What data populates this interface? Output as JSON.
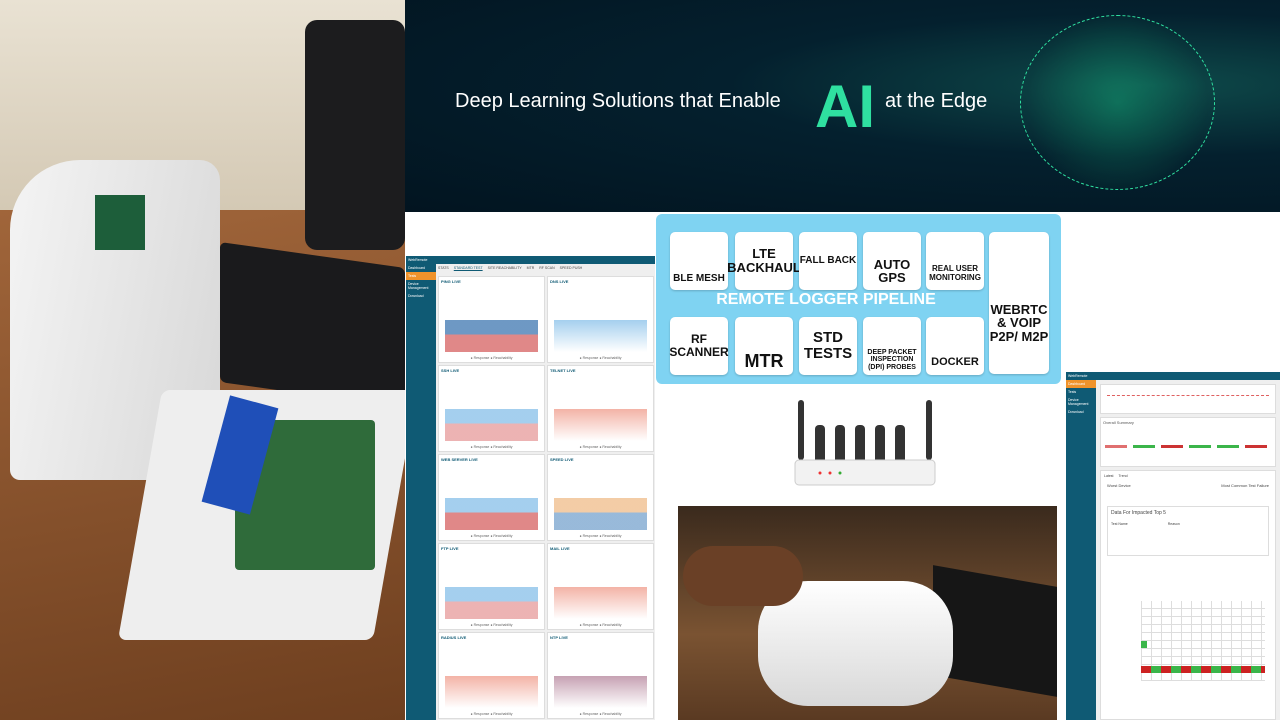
{
  "banner": {
    "text_before": "Deep Learning Solutions that Enable",
    "highlight": "AI",
    "text_after": "at the Edge"
  },
  "pipeline": {
    "title": "REMOTE LOGGER PIPELINE",
    "tiles": [
      "BLE MESH",
      "LTE BACKHAUL",
      "FALL BACK",
      "AUTO GPS",
      "REAL USER MONITORING",
      "WEBRTC & VOIP P2P/ M2P",
      "RF SCANNER",
      "MTR",
      "STD TESTS",
      "DEEP PACKET INSPECTION (DPI) PROBES",
      "DOCKER"
    ]
  },
  "dashboard1": {
    "brand": "WebRemote",
    "nav": [
      "Dashboard",
      "Tests",
      "Device Management",
      "Download"
    ],
    "tabs": [
      "STATS",
      "STANDARD TEST",
      "SITE REACHABILITY",
      "MTR",
      "RF SCAN",
      "SPEED PUSH"
    ],
    "cards": [
      "PING LIVE",
      "DNS LIVE",
      "SSH LIVE",
      "TELNET LIVE",
      "WEB SERVER LIVE",
      "SPEED LIVE",
      "FTP LIVE",
      "MAIL LIVE",
      "RADIUS LIVE",
      "NTP LIVE"
    ],
    "legend": [
      "Response",
      "Reachability"
    ]
  },
  "dashboard2": {
    "brand": "WebRemote",
    "nav": [
      "Dashboard",
      "Tests",
      "Device Management",
      "Download"
    ],
    "summary_title": "Overall Summary",
    "tabs": [
      "Latest",
      "Trend"
    ],
    "worst_device": "Worst Device",
    "worst_test": "Most Common Test Failure",
    "table_title": "Data For Impacted Top 5",
    "table_headers": [
      "Test Name",
      "Reason"
    ]
  },
  "colors": {
    "teal": "#0f5a74",
    "orange": "#f0932b",
    "sky": "#7fd3f2",
    "green": "#2fe0a0"
  }
}
